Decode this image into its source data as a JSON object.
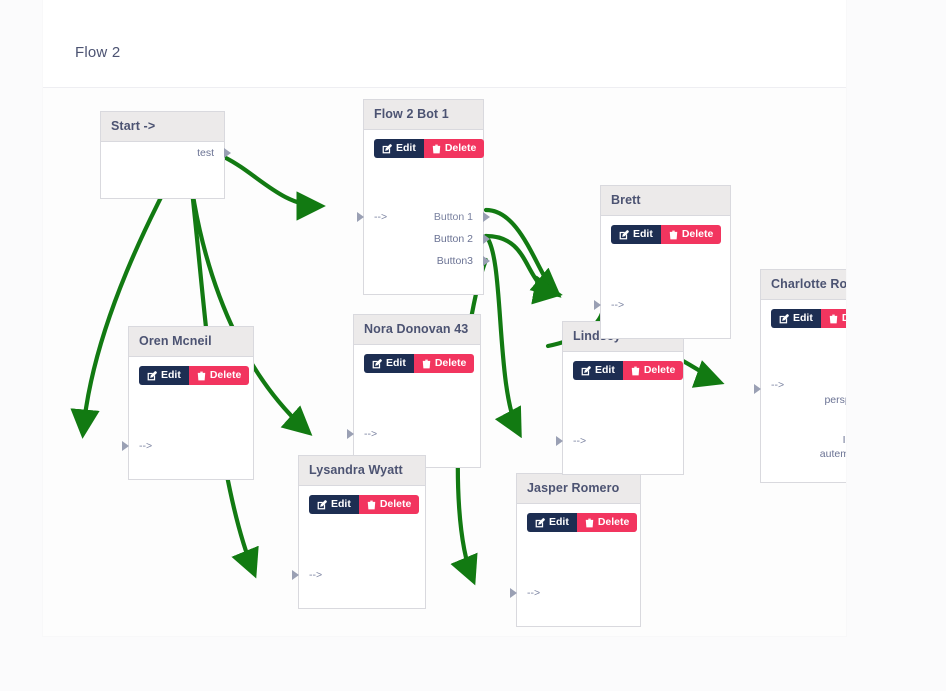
{
  "page": {
    "title": "Flow 2"
  },
  "colors": {
    "edge_green": "#127a12",
    "btn_edit_bg": "#1d2e52",
    "btn_delete_bg": "#f2355f",
    "node_header_bg": "#eceaea",
    "node_border": "#d9d9de",
    "title_text": "#4c5372"
  },
  "buttons": {
    "edit_label": "Edit",
    "delete_label": "Delete"
  },
  "nodes": [
    {
      "id": "start",
      "title": "Start ->",
      "has_buttons": false,
      "inputs": [],
      "outputs": [
        "test"
      ]
    },
    {
      "id": "flow2bot1",
      "title": "Flow 2 Bot 1",
      "has_buttons": true,
      "inputs": [
        "-->"
      ],
      "outputs": [
        "Button 1",
        "Button 2",
        "Button3"
      ]
    },
    {
      "id": "oren",
      "title": "Oren Mcneil",
      "has_buttons": true,
      "inputs": [
        "-->"
      ],
      "outputs": []
    },
    {
      "id": "nora",
      "title": "Nora Donovan 43",
      "has_buttons": true,
      "inputs": [
        "-->"
      ],
      "outputs": []
    },
    {
      "id": "lysandra",
      "title": "Lysandra Wyatt",
      "has_buttons": true,
      "inputs": [
        "-->"
      ],
      "outputs": []
    },
    {
      "id": "jasper",
      "title": "Jasper Romero",
      "has_buttons": true,
      "inputs": [
        "-->"
      ],
      "outputs": []
    },
    {
      "id": "lindsey",
      "title": "Lindsey",
      "has_buttons": true,
      "inputs": [
        "-->"
      ],
      "outputs": []
    },
    {
      "id": "brett",
      "title": "Brett",
      "has_buttons": true,
      "inputs": [
        "-->"
      ],
      "outputs": []
    },
    {
      "id": "charlotte",
      "title": "Charlotte Romero",
      "has_buttons": true,
      "inputs": [
        "-->"
      ],
      "outputs": [
        "Ut perspiciatis qua",
        "Impedit autem sapie"
      ]
    }
  ],
  "edges": [
    {
      "from": "start.test",
      "to": "flow2bot1.in"
    },
    {
      "from": "start.test",
      "to": "oren.in"
    },
    {
      "from": "start.test",
      "to": "nora.in"
    },
    {
      "from": "start.test",
      "to": "lysandra.in"
    },
    {
      "from": "flow2bot1.Button 1",
      "to": "brett.in"
    },
    {
      "from": "flow2bot1.Button 2",
      "to": "brett.in"
    },
    {
      "from": "flow2bot1.Button 2",
      "to": "lindsey.in"
    },
    {
      "from": "flow2bot1.Button3",
      "to": "jasper.in"
    },
    {
      "from": "brett.out",
      "to": "lindsey.in"
    },
    {
      "from": "lindsey.out",
      "to": "charlotte.in"
    }
  ]
}
